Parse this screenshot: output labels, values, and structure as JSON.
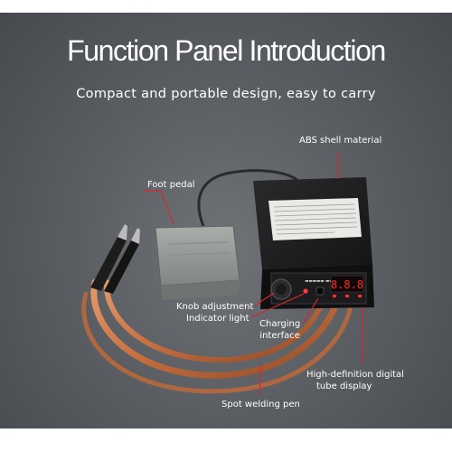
{
  "header": {
    "title": "Function Panel Introduction",
    "subtitle": "Compact and portable design, easy to carry"
  },
  "labels": {
    "abs_shell": "ABS shell material",
    "foot_pedal": "Foot pedal",
    "knob_adjustment": "Knob adjustment",
    "indicator_light": "Indicator light",
    "charging_line1": "Charging",
    "charging_line2": "interface",
    "display_line1": "High-definition digital",
    "display_line2": "tube display",
    "spot_welding_pen": "Spot welding pen"
  },
  "device": {
    "display_readout": "8.8.8"
  },
  "colors": {
    "pointer_red": "#d8262c",
    "display_red": "#ff2a2a",
    "copper": "#c9774a"
  }
}
